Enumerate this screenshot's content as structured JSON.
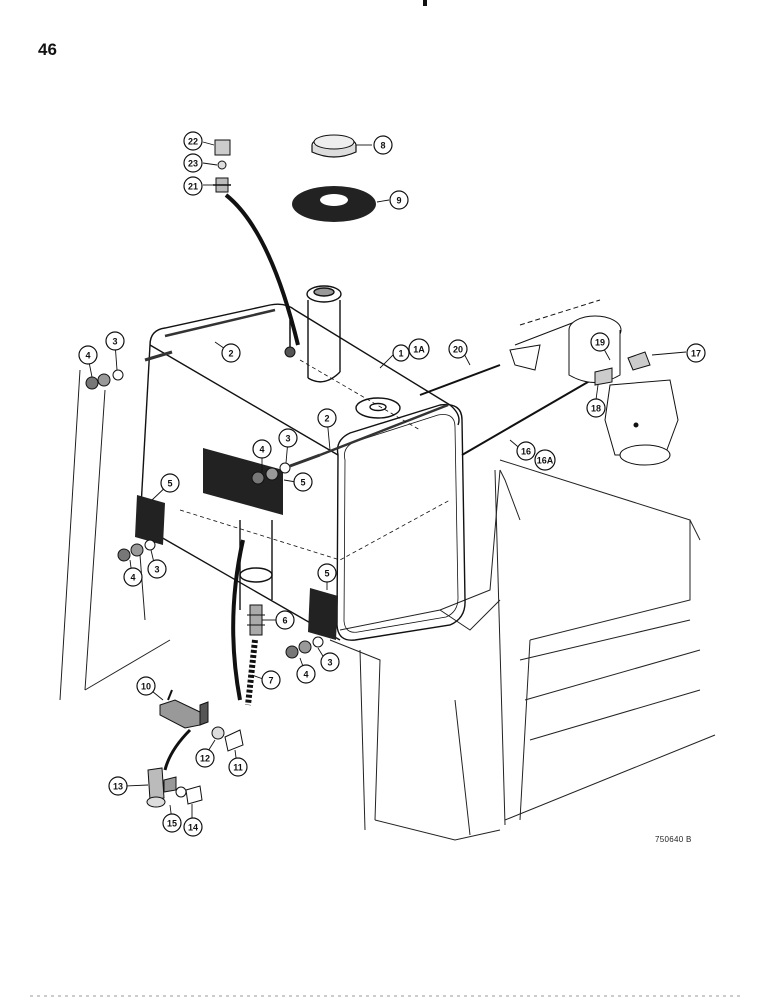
{
  "page": {
    "number": "46",
    "figure_code": "750640 B"
  },
  "callouts": [
    {
      "id": "c22",
      "label": "22"
    },
    {
      "id": "c23",
      "label": "23"
    },
    {
      "id": "c21",
      "label": "21"
    },
    {
      "id": "c8",
      "label": "8"
    },
    {
      "id": "c9",
      "label": "9"
    },
    {
      "id": "c1a",
      "label": "1A"
    },
    {
      "id": "c1",
      "label": "1"
    },
    {
      "id": "c20",
      "label": "20"
    },
    {
      "id": "c2a",
      "label": "2"
    },
    {
      "id": "c2b",
      "label": "2"
    },
    {
      "id": "c4a",
      "label": "4"
    },
    {
      "id": "c3a",
      "label": "3"
    },
    {
      "id": "c4b",
      "label": "4"
    },
    {
      "id": "c3b",
      "label": "3"
    },
    {
      "id": "c5a",
      "label": "5"
    },
    {
      "id": "c5b",
      "label": "5"
    },
    {
      "id": "c4c",
      "label": "4"
    },
    {
      "id": "c3c",
      "label": "3"
    },
    {
      "id": "c5c",
      "label": "5"
    },
    {
      "id": "c6",
      "label": "6"
    },
    {
      "id": "c4d",
      "label": "4"
    },
    {
      "id": "c3d",
      "label": "3"
    },
    {
      "id": "c7",
      "label": "7"
    },
    {
      "id": "c16",
      "label": "16"
    },
    {
      "id": "c16a",
      "label": "16A"
    },
    {
      "id": "c19",
      "label": "19"
    },
    {
      "id": "c17",
      "label": "17"
    },
    {
      "id": "c18",
      "label": "18"
    },
    {
      "id": "c10",
      "label": "10"
    },
    {
      "id": "c12",
      "label": "12"
    },
    {
      "id": "c11",
      "label": "11"
    },
    {
      "id": "c13",
      "label": "13"
    },
    {
      "id": "c15",
      "label": "15"
    },
    {
      "id": "c14",
      "label": "14"
    }
  ]
}
